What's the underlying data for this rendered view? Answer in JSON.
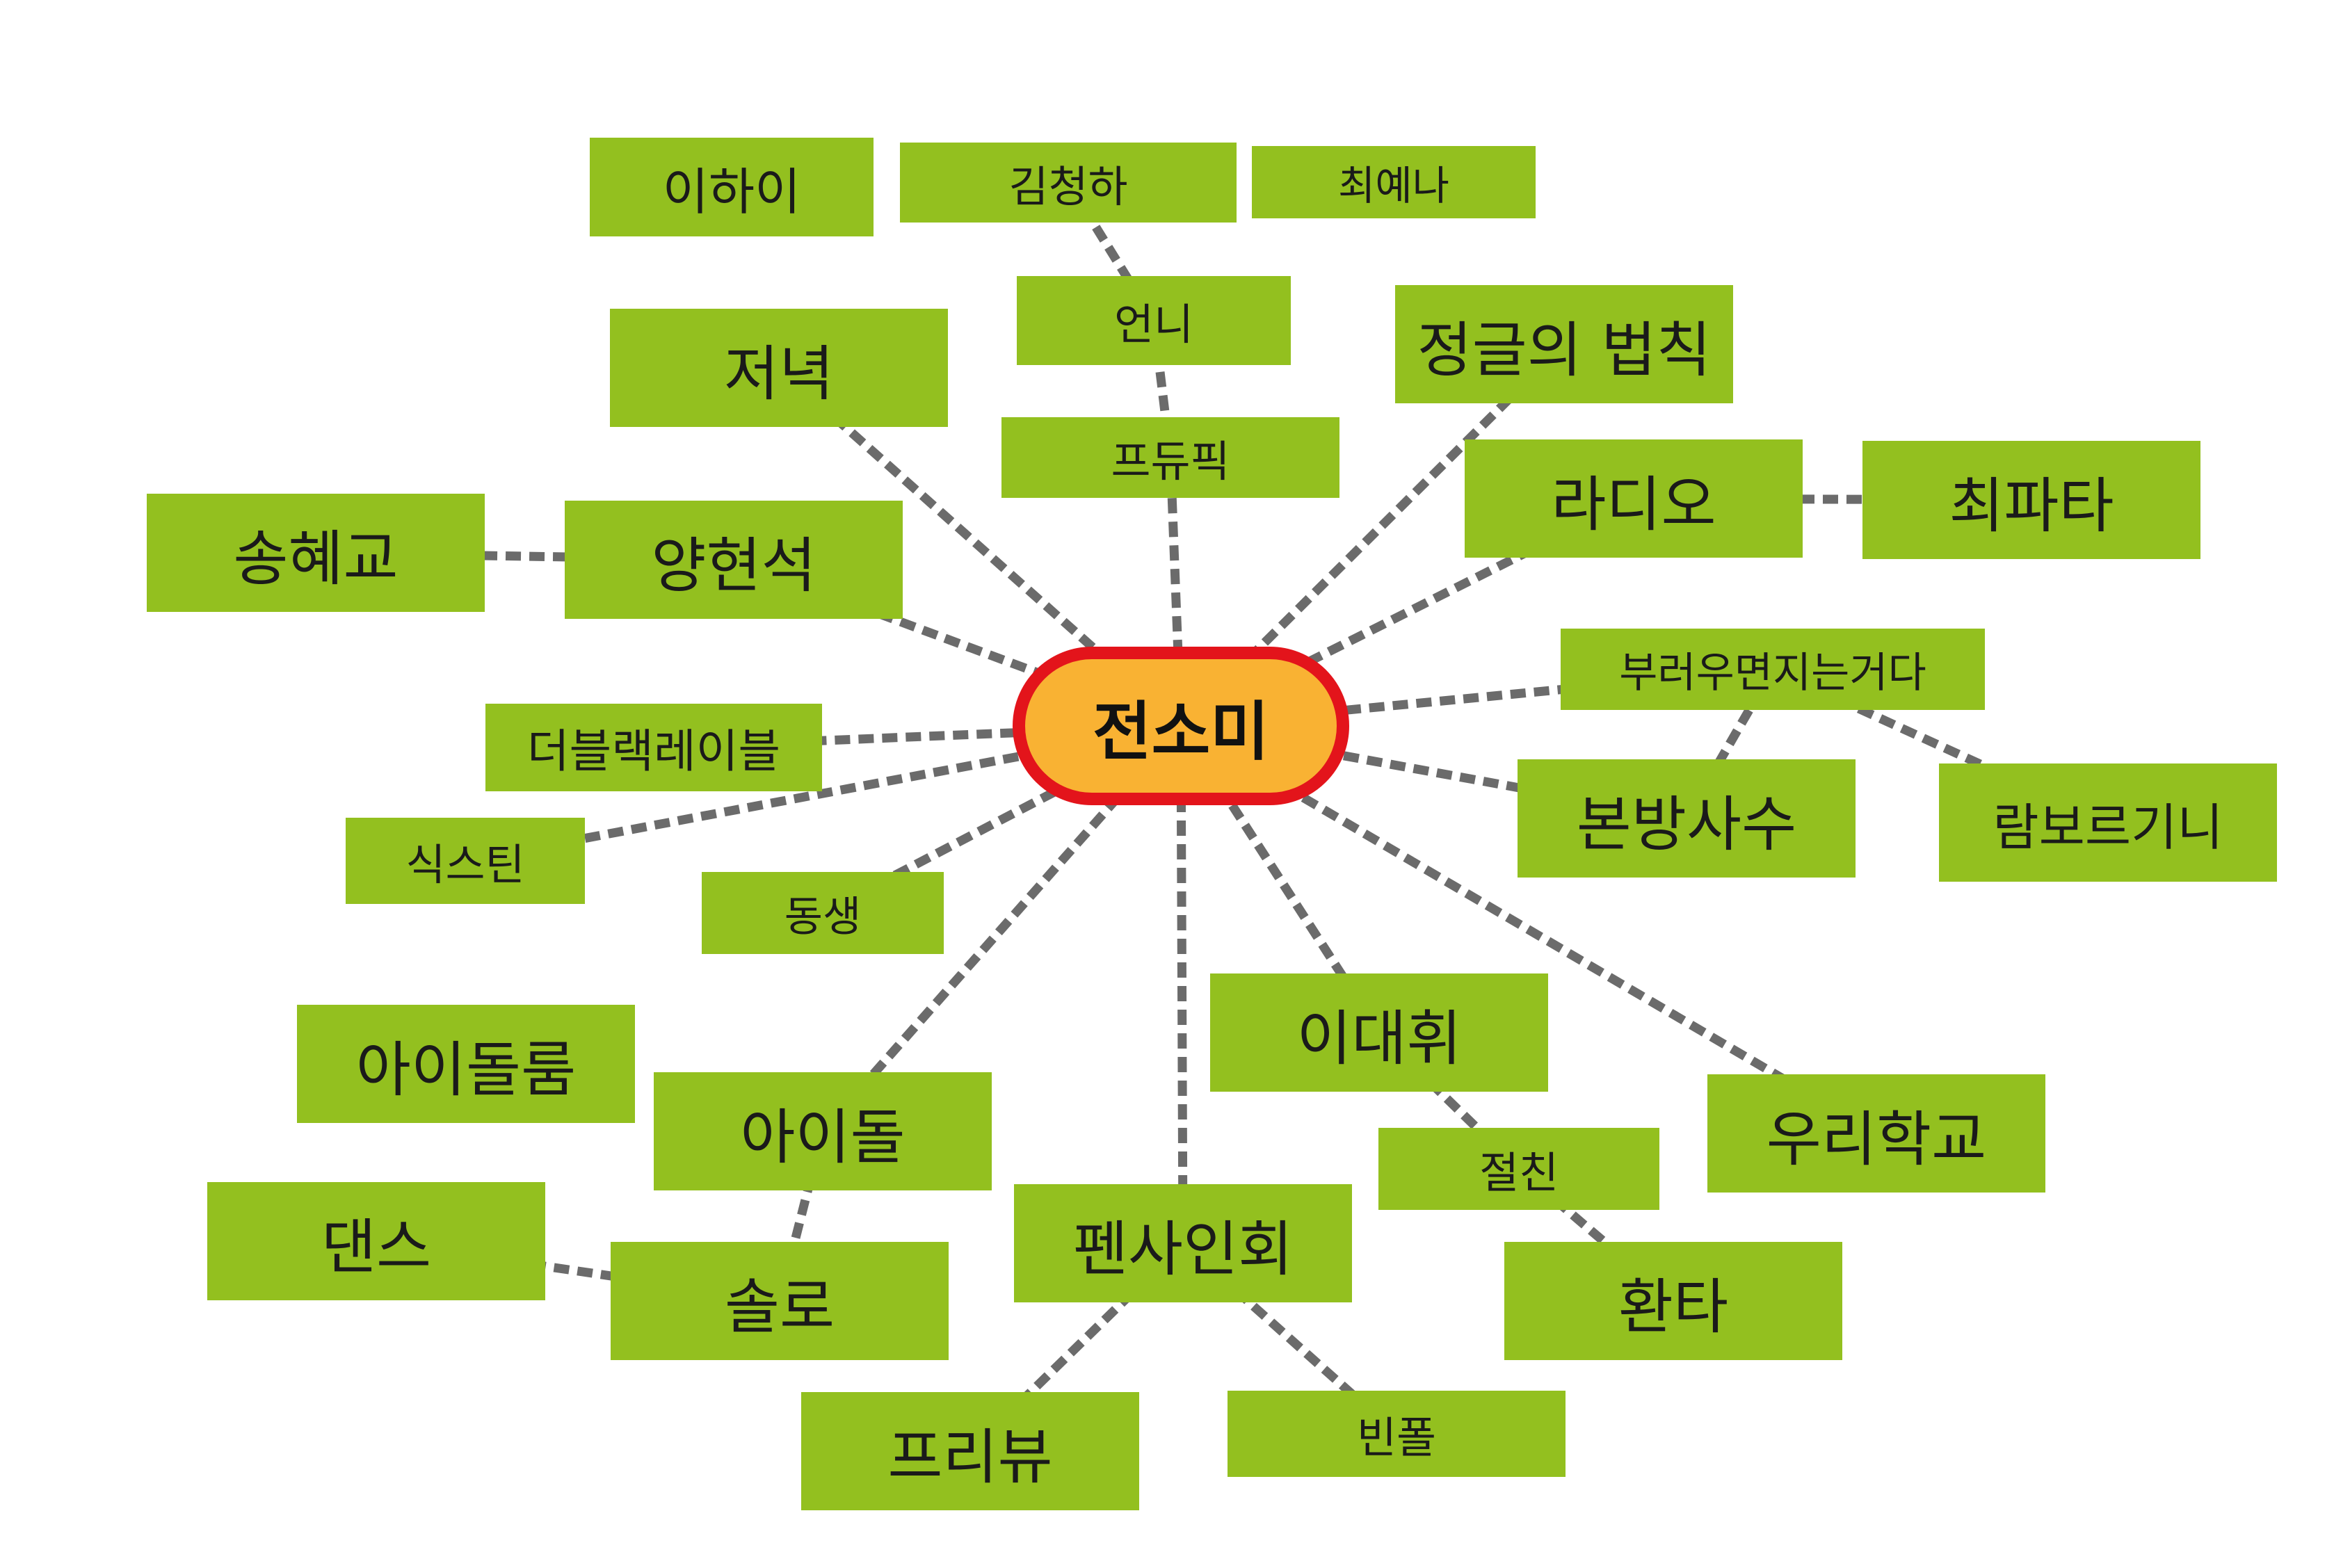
{
  "colors": {
    "node_fill": "#93c01f",
    "center_fill": "#f9b233",
    "center_border": "#e3141b",
    "edge": "#6b6b6b"
  },
  "center": {
    "id": "center",
    "label": "전소미"
  },
  "nodes": [
    {
      "id": "n1",
      "label": "이하이"
    },
    {
      "id": "n2",
      "label": "김청하"
    },
    {
      "id": "n3",
      "label": "최예나"
    },
    {
      "id": "n4",
      "label": "언니"
    },
    {
      "id": "n5",
      "label": "저녁"
    },
    {
      "id": "n6",
      "label": "정글의 법칙"
    },
    {
      "id": "n7",
      "label": "프듀픽"
    },
    {
      "id": "n8",
      "label": "라디오"
    },
    {
      "id": "n9",
      "label": "최파타"
    },
    {
      "id": "n10",
      "label": "송혜교"
    },
    {
      "id": "n11",
      "label": "양현석"
    },
    {
      "id": "n12",
      "label": "부러우면지는거다"
    },
    {
      "id": "n13",
      "label": "더블랙레이블"
    },
    {
      "id": "n14",
      "label": "본방사수"
    },
    {
      "id": "n15",
      "label": "람보르기니"
    },
    {
      "id": "n16",
      "label": "식스틴"
    },
    {
      "id": "n17",
      "label": "동생"
    },
    {
      "id": "n18",
      "label": "이대휘"
    },
    {
      "id": "n19",
      "label": "아이돌룸"
    },
    {
      "id": "n20",
      "label": "아이돌"
    },
    {
      "id": "n21",
      "label": "우리학교"
    },
    {
      "id": "n22",
      "label": "절친"
    },
    {
      "id": "n23",
      "label": "댄스"
    },
    {
      "id": "n24",
      "label": "펜사인회"
    },
    {
      "id": "n25",
      "label": "솔로"
    },
    {
      "id": "n26",
      "label": "환타"
    },
    {
      "id": "n27",
      "label": "프리뷰"
    },
    {
      "id": "n28",
      "label": "빈폴"
    }
  ],
  "edges": [
    [
      "center",
      "n5"
    ],
    [
      "center",
      "n11"
    ],
    [
      "center",
      "n13"
    ],
    [
      "center",
      "n16"
    ],
    [
      "center",
      "n17"
    ],
    [
      "center",
      "n20"
    ],
    [
      "center",
      "n24"
    ],
    [
      "center",
      "n18"
    ],
    [
      "center",
      "n21"
    ],
    [
      "center",
      "n14"
    ],
    [
      "center",
      "n12"
    ],
    [
      "center",
      "n8"
    ],
    [
      "center",
      "n6"
    ],
    [
      "center",
      "n7"
    ],
    [
      "n7",
      "n4"
    ],
    [
      "n4",
      "n2"
    ],
    [
      "n11",
      "n10"
    ],
    [
      "n8",
      "n9"
    ],
    [
      "n12",
      "n14"
    ],
    [
      "n12",
      "n15"
    ],
    [
      "n20",
      "n25"
    ],
    [
      "n25",
      "n23"
    ],
    [
      "n18",
      "n22"
    ],
    [
      "n22",
      "n26"
    ],
    [
      "n24",
      "n27"
    ],
    [
      "n24",
      "n28"
    ]
  ]
}
